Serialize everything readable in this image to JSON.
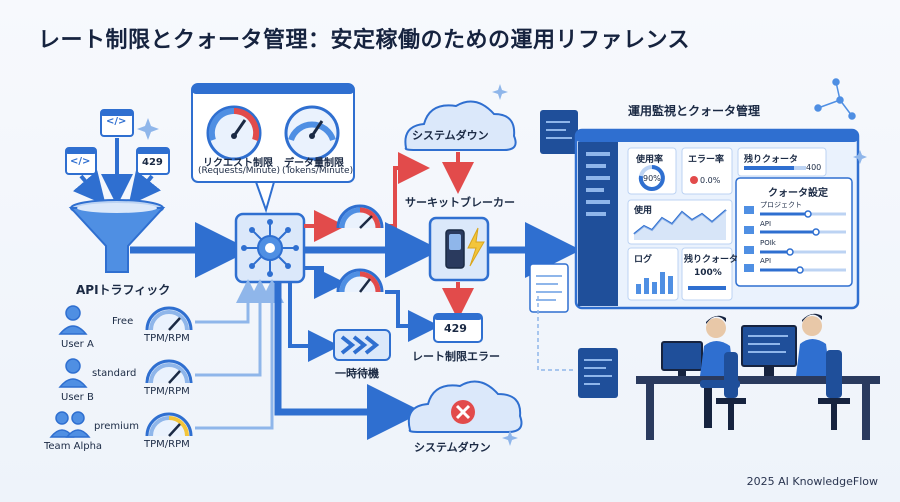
{
  "title": "レート制限とクォータ管理：安定稼働のための運用リファレンス",
  "traffic": {
    "code_icon": "</>",
    "badge": "429",
    "label": "APIトラフィック"
  },
  "limits": {
    "request_title": "リクエスト制限",
    "request_sub": "(Requests/Minute)",
    "data_title": "データ量制限",
    "data_sub": "(Tokens/Minute)"
  },
  "users": [
    {
      "name": "User A",
      "tier": "Free",
      "meter": "TPM/RPM"
    },
    {
      "name": "User B",
      "tier": "standard",
      "meter": "TPM/RPM"
    },
    {
      "name": "Team Alpha",
      "tier": "premium",
      "meter": "TPM/RPM"
    }
  ],
  "flow": {
    "system_down_top": "システムダウン",
    "breaker": "サーキットブレーカー",
    "error_badge": "429",
    "rate_error": "レート制限エラー",
    "wait": "一時待機",
    "system_down_bottom": "システムダウン"
  },
  "dashboard": {
    "heading": "運用監視とクォータ管理",
    "usage_title": "使用率",
    "usage_value": "90%",
    "error_title": "エラー率",
    "error_value": "0.0%",
    "remaining_title": "残りクォータ",
    "remaining_value": "400",
    "usage_chart_title": "使用",
    "log_title": "ログ",
    "remaining_title_2": "残りクォータ",
    "remaining_value_2": "100%",
    "quota_settings": {
      "title": "クォータ設定",
      "rows": [
        "プロジェクト",
        "API",
        "POIk",
        "API"
      ]
    }
  },
  "footer": "2025 AI KnowledgeFlow",
  "colors": {
    "primary": "#2f6fd0",
    "accent_red": "#e24b4b",
    "warning_yellow": "#f3c53b"
  }
}
